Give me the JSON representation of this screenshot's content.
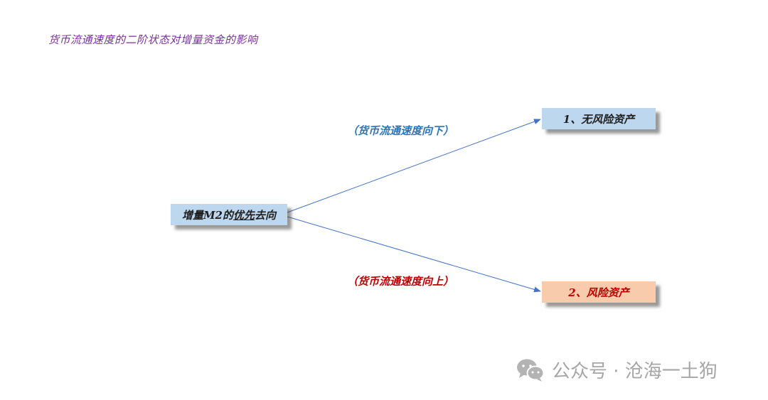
{
  "title": "货币流通速度的二阶状态对增量资金的影响",
  "source_node": {
    "prefix": "增量M2的",
    "underlined": "优先",
    "suffix": "去向"
  },
  "target_nodes": [
    {
      "label": "1、无风险资产",
      "fill": "#bdd7ee",
      "text_color": "#1f1f1f"
    },
    {
      "label": "2、风险资产",
      "fill": "#f8cbad",
      "text_color": "#c00000"
    }
  ],
  "edges": [
    {
      "label": "（货币流通速度向下）",
      "color": "#2e75b6",
      "from": "source_node",
      "to": "target_nodes.0"
    },
    {
      "label": "（货币流通速度向上）",
      "color": "#c00000",
      "from": "source_node",
      "to": "target_nodes.1"
    }
  ],
  "arrow_color": "#4472c4",
  "watermark": {
    "icon": "wechat-icon",
    "text": "公众号 · 沧海一土狗"
  }
}
